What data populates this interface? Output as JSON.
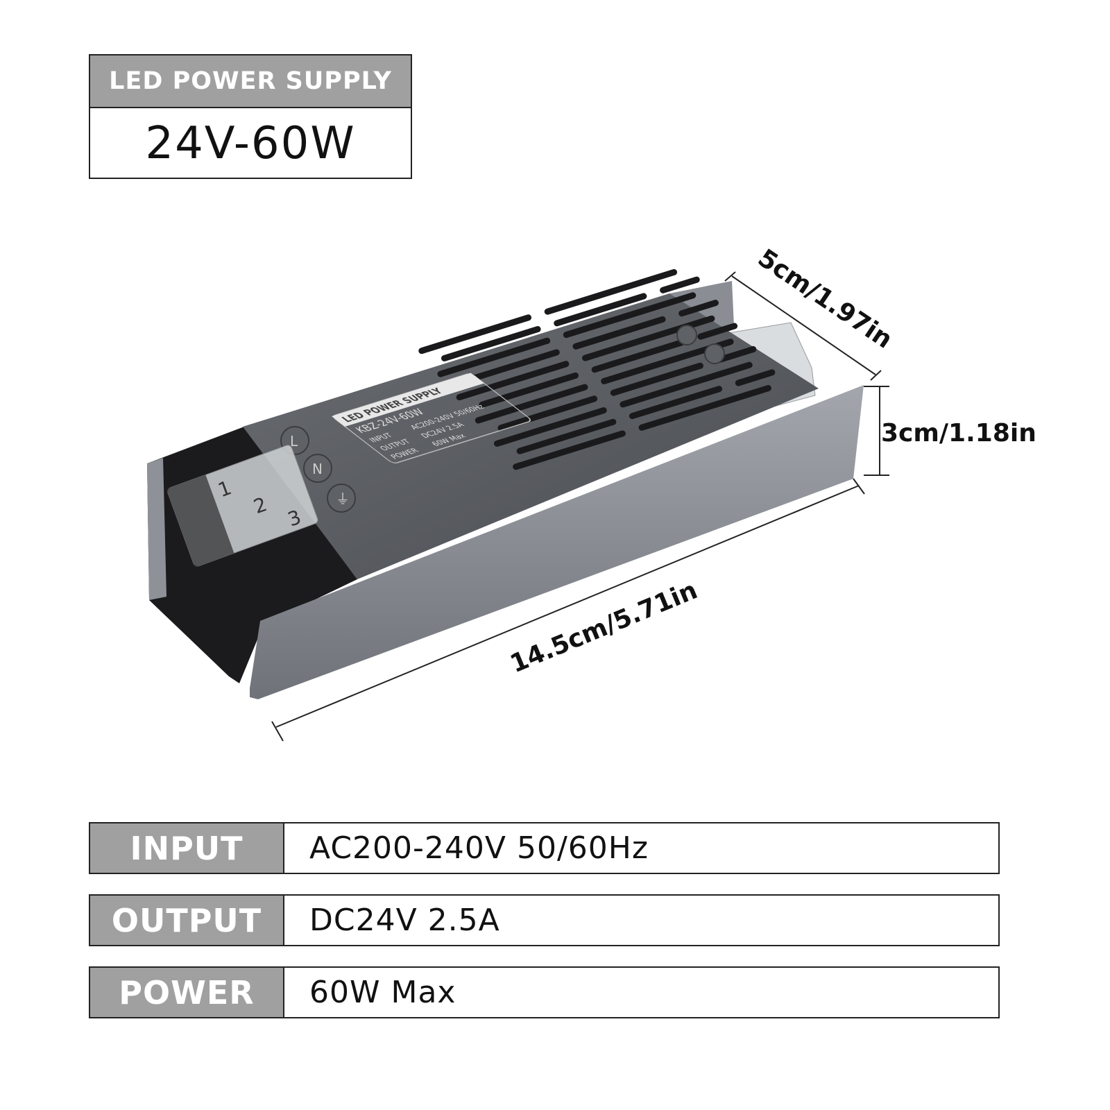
{
  "header": {
    "category": "LED POWER SUPPLY",
    "model": "24V-60W"
  },
  "dimensions": {
    "width": "5cm/1.97in",
    "height": "3cm/1.18in",
    "length": "14.5cm/5.71in"
  },
  "device_label": {
    "brand": "LED POWER SUPPLY",
    "model": "KBZ-24V-60W",
    "rows": [
      {
        "label": "INPUT",
        "value": "AC200-240V 50/60Hz"
      },
      {
        "label": "OUTPUT",
        "value": "DC24V 2.5A"
      },
      {
        "label": "POWER",
        "value": "60W Max"
      }
    ],
    "terminals": [
      "1",
      "2",
      "3"
    ],
    "terminal_marks": [
      "L",
      "N",
      "⏚"
    ]
  },
  "specs": [
    {
      "label": "INPUT",
      "value": "AC200-240V  50/60Hz"
    },
    {
      "label": "OUTPUT",
      "value": "DC24V  2.5A"
    },
    {
      "label": "POWER",
      "value": "60W  Max"
    }
  ],
  "colors": {
    "band": "#a0a0a0",
    "casing": "#5a5d62",
    "panel": "#8c9096"
  }
}
